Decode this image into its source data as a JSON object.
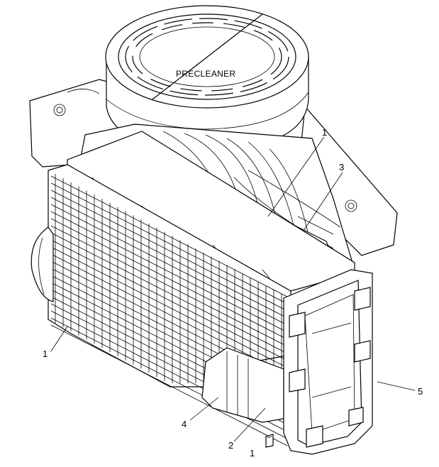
{
  "diagram": {
    "main_label": "PRECLEANER",
    "callouts": [
      {
        "id": "c1-top",
        "text": "1"
      },
      {
        "id": "c3",
        "text": "3"
      },
      {
        "id": "c1-left",
        "text": "1"
      },
      {
        "id": "c5",
        "text": "5"
      },
      {
        "id": "c4",
        "text": "4"
      },
      {
        "id": "c2",
        "text": "2"
      },
      {
        "id": "c1-bottom",
        "text": "1"
      }
    ]
  }
}
